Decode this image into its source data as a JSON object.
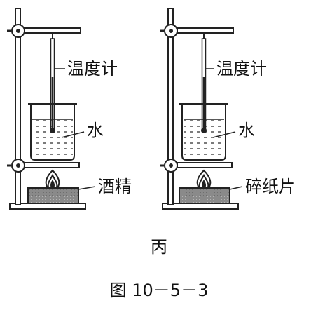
{
  "panels": [
    {
      "thermometer_label": "温度计",
      "water_label": "水",
      "fuel_label": "酒精"
    },
    {
      "thermometer_label": "温度计",
      "water_label": "水",
      "fuel_label": "碎纸片"
    }
  ],
  "panel_caption": "丙",
  "figure_caption": "图 10－5－3"
}
